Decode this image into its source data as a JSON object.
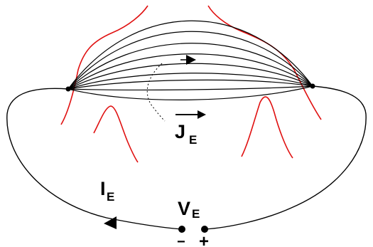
{
  "labels": {
    "current_density": "J",
    "current_density_sub": "E",
    "current": "I",
    "current_sub": "E",
    "voltage": "V",
    "voltage_sub": "E",
    "minus_terminal": "−",
    "plus_terminal": "+"
  },
  "colors": {
    "line": "#000000",
    "boundary": "#e01010",
    "background": "#ffffff"
  }
}
